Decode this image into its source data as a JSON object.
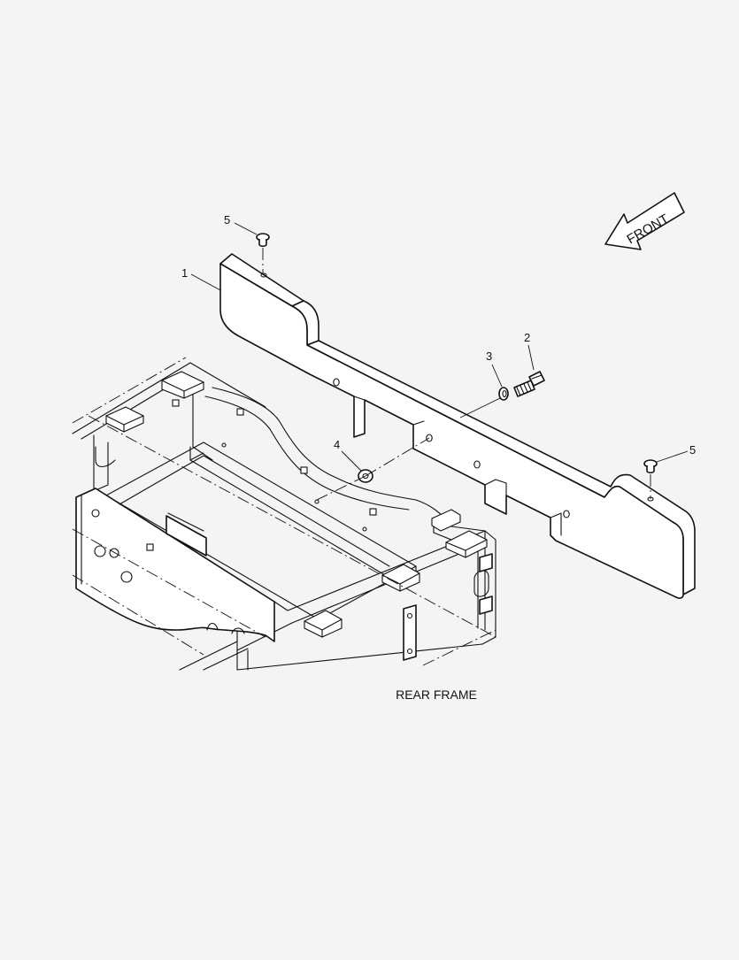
{
  "diagram": {
    "caption": "REAR FRAME",
    "front_label": "FRONT",
    "callouts": [
      {
        "id": "callout-1",
        "label": "1"
      },
      {
        "id": "callout-2",
        "label": "2"
      },
      {
        "id": "callout-3",
        "label": "3"
      },
      {
        "id": "callout-4",
        "label": "4"
      },
      {
        "id": "callout-5a",
        "label": "5"
      },
      {
        "id": "callout-5b",
        "label": "5"
      }
    ]
  },
  "colors": {
    "background": "#f4f4f4",
    "line": "#111111",
    "fill": "#ffffff"
  }
}
